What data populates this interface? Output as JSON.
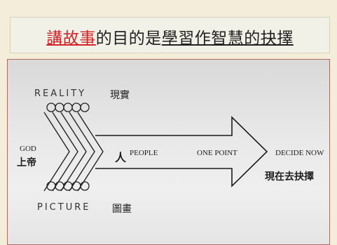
{
  "title": {
    "highlight": "講故事",
    "middle": "的目的是",
    "underlined": "學習作智慧的抉擇"
  },
  "diagram": {
    "reality_en": "REALITY",
    "reality_cn": "現實",
    "picture_en": "PICTURE",
    "picture_cn": "圖畫",
    "god_en": "GOD",
    "god_cn": "上帝",
    "people_cn": "人",
    "people_en": "PEOPLE",
    "one_point": "ONE POINT",
    "decide_now_en": "DECIDE NOW",
    "decide_now_cn": "現在去抉擇"
  }
}
